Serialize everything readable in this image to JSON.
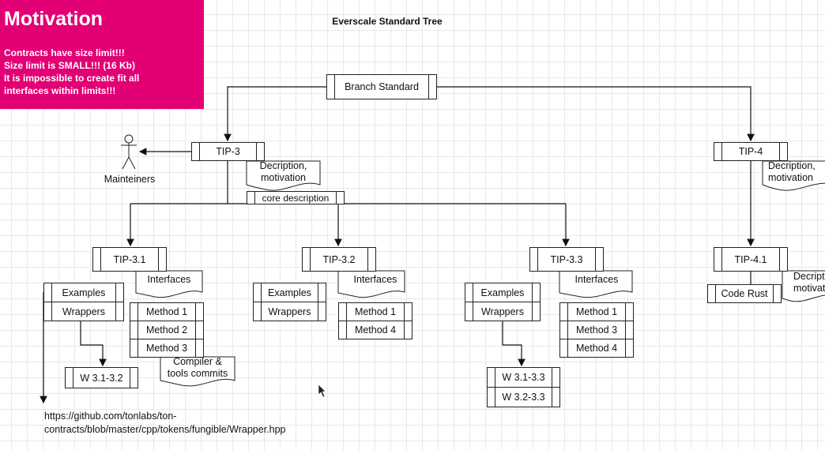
{
  "motivation": {
    "title": "Motivation",
    "lines": [
      "Contracts have size limit!!!",
      "Size limit is SMALL!!! (16 Kb)",
      "It is impossible to create fit all",
      "interfaces within limits!!!"
    ],
    "color": "#e20074"
  },
  "diagram": {
    "title": "Everscale Standard Tree",
    "root": "Branch Standard",
    "actor": "Mainteiners",
    "tip3": {
      "label": "TIP-3",
      "doc": [
        "Decription,",
        "motivation"
      ],
      "core": "core description"
    },
    "tip4": {
      "label": "TIP-4",
      "doc": [
        "Decription,",
        "motivation"
      ]
    },
    "tip41": {
      "label": "TIP-4.1",
      "code": "Code Rust",
      "doc": [
        "Decription,",
        "motivation"
      ]
    },
    "tip31": {
      "label": "TIP-3.1",
      "interfaces": "Interfaces",
      "methods": [
        "Method 1",
        "Method 2",
        "Method 3"
      ],
      "examples": "Examples",
      "wrappers": "Wrappers",
      "w": "W 3.1-3.2",
      "commits": [
        "Compiler &",
        "tools commits"
      ]
    },
    "tip32": {
      "label": "TIP-3.2",
      "interfaces": "Interfaces",
      "methods": [
        "Method 1",
        "Method 4"
      ],
      "examples": "Examples",
      "wrappers": "Wrappers"
    },
    "tip33": {
      "label": "TIP-3.3",
      "interfaces": "Interfaces",
      "methods": [
        "Method 1",
        "Method 3",
        "Method 4"
      ],
      "examples": "Examples",
      "wrappers": "Wrappers",
      "w": [
        "W 3.1-3.3",
        "W 3.2-3.3"
      ]
    },
    "url": [
      "https://github.com/tonlabs/ton-",
      "contracts/blob/master/cpp/tokens/fungible/Wrapper.hpp"
    ]
  }
}
